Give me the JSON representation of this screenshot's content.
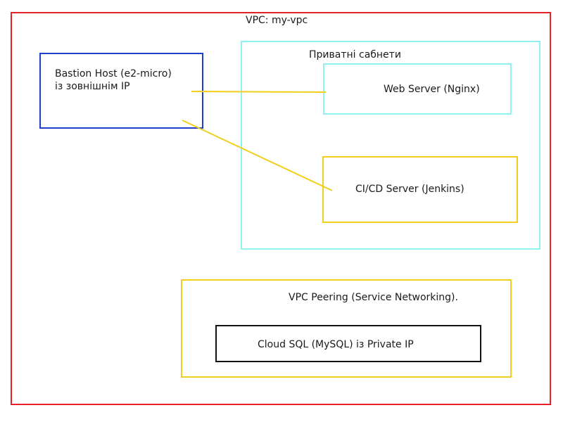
{
  "diagram": {
    "vpc": {
      "title": "VPC: my-vpc",
      "border_color": "#e8202a"
    },
    "private_subnets": {
      "label": "Приватні сабнети",
      "border_color": "#8ff2f0"
    },
    "bastion": {
      "line1": "Bastion Host (e2-micro)",
      "line2": "із зовнішнім IP",
      "border_color": "#1e3fcc"
    },
    "web_server": {
      "label": "Web Server (Nginx)",
      "border_color": "#8ff2f0"
    },
    "cicd_server": {
      "label": "CI/CD Server (Jenkins)",
      "border_color": "#f2cf1c"
    },
    "peering": {
      "label": "VPC Peering (Service Networking).",
      "border_color": "#f2cf1c"
    },
    "cloud_sql": {
      "label": "Cloud SQL (MySQL) із Private IP",
      "border_color": "#111111"
    },
    "connector_color": "#f2cf1c"
  }
}
